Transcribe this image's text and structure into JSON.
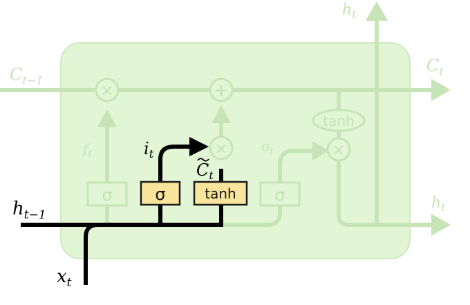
{
  "labels": {
    "h_top": {
      "base": "h",
      "sub": "t"
    },
    "c_prev": {
      "base": "C",
      "sub": "t−1"
    },
    "c_next": {
      "base": "C",
      "sub": "t"
    },
    "h_right": {
      "base": "h",
      "sub": "t"
    },
    "h_prev": {
      "base": "h",
      "sub": "t−1"
    },
    "x_in": {
      "base": "x",
      "sub": "t"
    },
    "f_gate": {
      "base": "f",
      "sub": "t"
    },
    "i_gate": {
      "base": "i",
      "sub": "t"
    },
    "o_gate": {
      "base": "o",
      "sub": "t"
    },
    "c_tilde": {
      "base": "C",
      "sub": "t"
    }
  },
  "ops": {
    "multiply": "×",
    "add": "+",
    "tanh": "tanh"
  },
  "layers": {
    "sigma": "σ",
    "tanh": "tanh"
  },
  "colors": {
    "cell_fill": "#e2f6d6",
    "cell_stroke": "#cfe8bf",
    "faded_line": "#c6e4b6",
    "faded_text": "#c4e2b4",
    "active_line": "#000000",
    "layer_fill": "#f8e59b",
    "layer_stroke": "#1a1a1a"
  }
}
